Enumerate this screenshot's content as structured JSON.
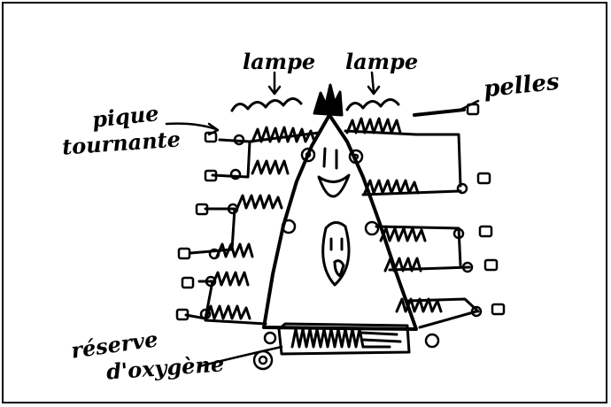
{
  "labels": {
    "lamp_left": "lampe",
    "lamp_right": "lampe",
    "shovels": "pelles",
    "drill_line1": "pique",
    "drill_line2": "tournante",
    "oxygen_line1": "réserve",
    "oxygen_line2": "d'oxygène"
  },
  "colors": {
    "ink": "#000000",
    "paper": "#ffffff"
  }
}
